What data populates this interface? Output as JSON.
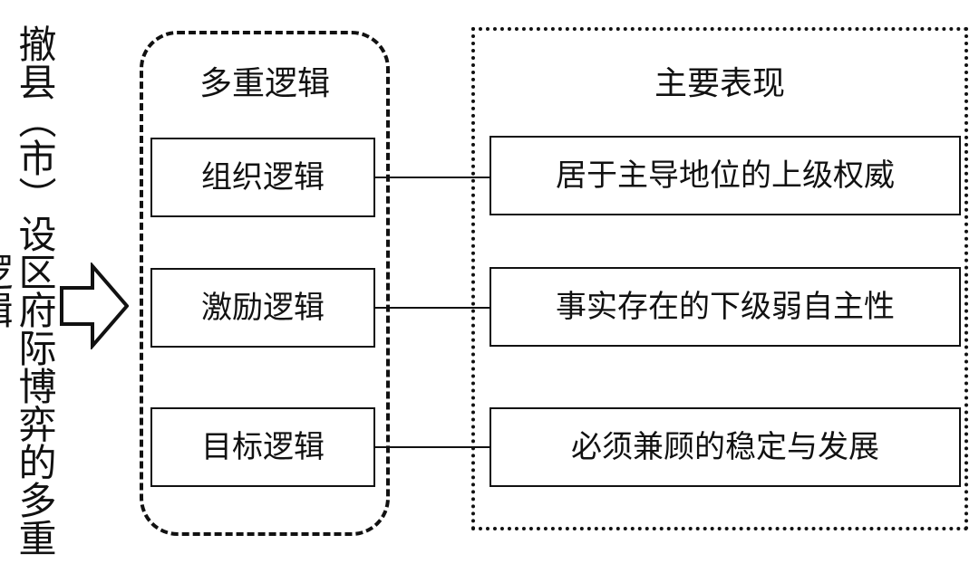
{
  "side_title": "撤县（市）设区府际博弈的多重逻辑",
  "left_column": {
    "title": "多重逻辑",
    "items": [
      "组织逻辑",
      "激励逻辑",
      "目标逻辑"
    ]
  },
  "right_column": {
    "title": "主要表现",
    "items": [
      "居于主导地位的上级权威",
      "事实存在的下级弱自主性",
      "必须兼顾的稳定与发展"
    ]
  },
  "icons": {
    "input_arrow": "right-arrow-icon"
  }
}
